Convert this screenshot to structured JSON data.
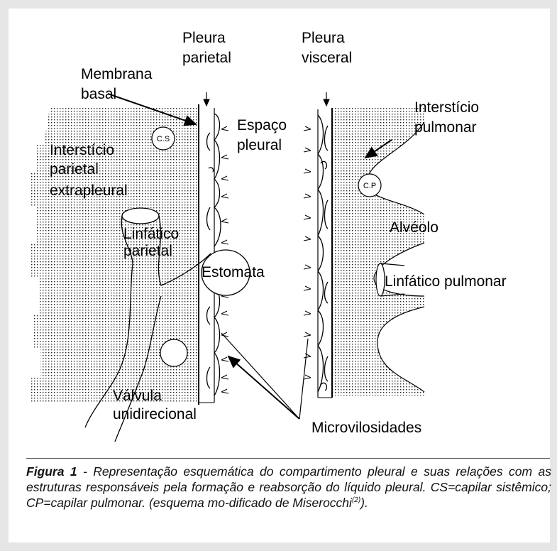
{
  "labels": {
    "pleura_parietal_1": "Pleura",
    "pleura_parietal_2": "parietal",
    "pleura_visceral_1": "Pleura",
    "pleura_visceral_2": "visceral",
    "membrana_basal_1": "Membrana",
    "membrana_basal_2": "basal",
    "cs": "C.S",
    "intersticio_parietal_1": "Interstício",
    "intersticio_parietal_2": "parietal",
    "intersticio_parietal_3": "extrapleural",
    "espaco_pleural_1": "Espaço",
    "espaco_pleural_2": "pleural",
    "linfatico_parietal_1": "Linfático",
    "linfatico_parietal_2": "parietal",
    "estomata": "Estomata",
    "valvula_1": "Válvula",
    "valvula_2": "unidirecional",
    "intersticio_pulmonar_1": "Interstício",
    "intersticio_pulmonar_2": "pulmonar",
    "cp": "C.P",
    "alveolo": "Alvéolo",
    "linfatico_pulmonar": "Linfático pulmonar",
    "microvilosidades": "Microvilosidades"
  },
  "caption": {
    "figure_label": "Figura 1",
    "text": " - Representação esquemática do compartimento pleural e suas relações com as estruturas responsáveis pela formação e reabsorção do líquido pleural. CS=capilar sistêmico; CP=capilar pulmonar. (esquema mo-dificado de Miserocchi",
    "ref": "(2)",
    "end": ")."
  }
}
